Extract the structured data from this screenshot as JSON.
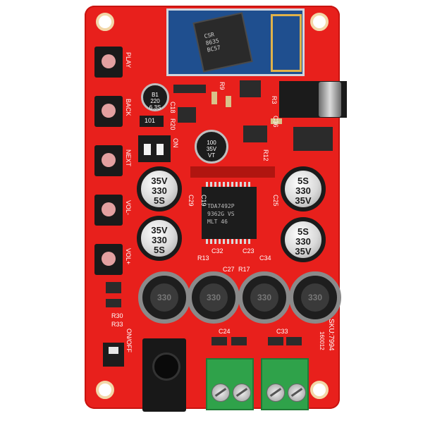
{
  "board": {
    "bt_chip_lines": [
      "CSR",
      "8635",
      "BC57"
    ],
    "button_labels": [
      "PLAY",
      "BACK",
      "NEXT",
      "VOL-",
      "VOL+"
    ],
    "main_caps": [
      {
        "lines": [
          "35V",
          "330",
          "5S"
        ]
      },
      {
        "lines": [
          "35V",
          "330",
          "5S"
        ]
      },
      {
        "lines": [
          "5S",
          "330",
          "35V"
        ]
      },
      {
        "lines": [
          "5S",
          "330",
          "35V"
        ]
      }
    ],
    "small_caps": [
      {
        "lines": [
          "B1",
          "220",
          "6.3S"
        ]
      },
      {
        "lines": [
          "100",
          "35V",
          "VT"
        ]
      }
    ],
    "inductor_label": "330",
    "amp_chip_lines": [
      "TDA7492P",
      "",
      "9362G VS",
      "MLT 46"
    ],
    "resistor_label": "101",
    "switch_label": "ON",
    "onoff_label": "ON/OFF",
    "sku_label": "SKU:7994",
    "code_label": "160012",
    "designators": [
      "R30",
      "R33",
      "C24",
      "C33",
      "C32",
      "C23",
      "C34",
      "C27",
      "R17",
      "R13",
      "C29",
      "C19",
      "C18",
      "R20",
      "R3",
      "R12",
      "C25",
      "R9",
      "C36"
    ]
  }
}
